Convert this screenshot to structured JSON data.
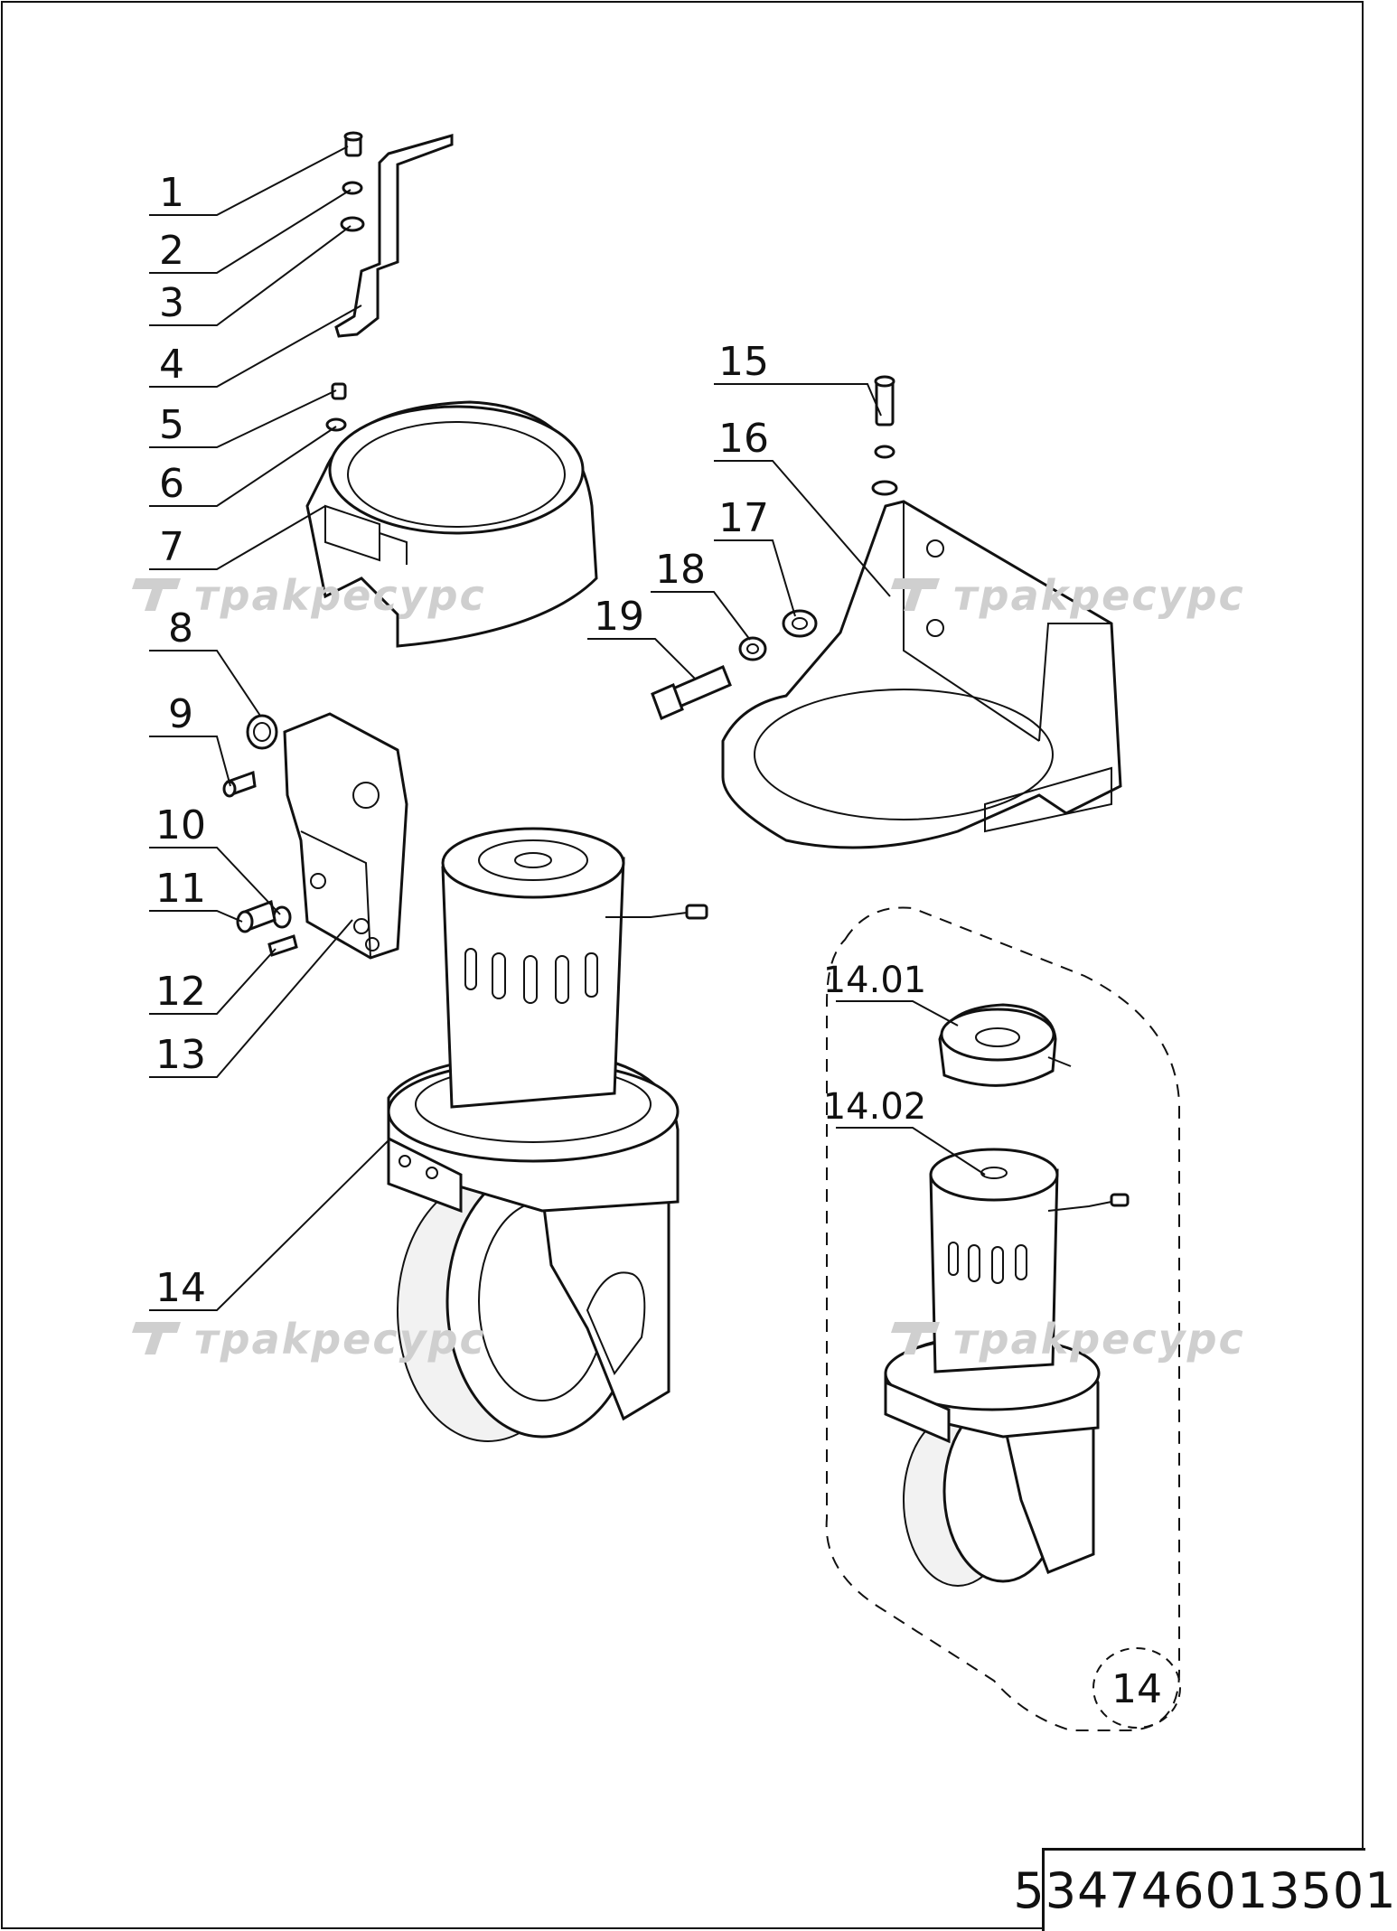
{
  "drawing": {
    "callouts": [
      {
        "id": "c1",
        "text": "1"
      },
      {
        "id": "c2",
        "text": "2"
      },
      {
        "id": "c3",
        "text": "3"
      },
      {
        "id": "c4",
        "text": "4"
      },
      {
        "id": "c5",
        "text": "5"
      },
      {
        "id": "c6",
        "text": "6"
      },
      {
        "id": "c7",
        "text": "7"
      },
      {
        "id": "c8",
        "text": "8"
      },
      {
        "id": "c9",
        "text": "9"
      },
      {
        "id": "c10",
        "text": "10"
      },
      {
        "id": "c11",
        "text": "11"
      },
      {
        "id": "c12",
        "text": "12"
      },
      {
        "id": "c13",
        "text": "13"
      },
      {
        "id": "c14",
        "text": "14"
      },
      {
        "id": "c15",
        "text": "15"
      },
      {
        "id": "c16",
        "text": "16"
      },
      {
        "id": "c17",
        "text": "17"
      },
      {
        "id": "c18",
        "text": "18"
      },
      {
        "id": "c19",
        "text": "19"
      },
      {
        "id": "c1401",
        "text": "14.01"
      },
      {
        "id": "c1402",
        "text": "14.02"
      },
      {
        "id": "c14ring",
        "text": "14"
      }
    ],
    "watermark": "трakресурс",
    "part_number": "534746013501"
  }
}
